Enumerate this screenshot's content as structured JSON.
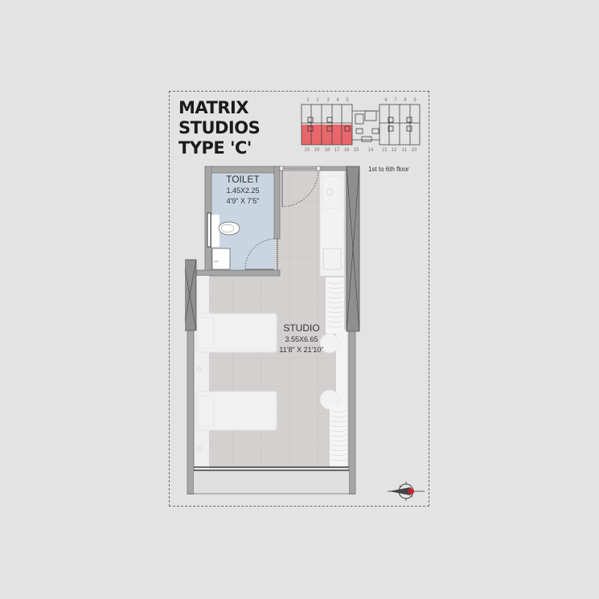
{
  "title": {
    "line1": "MATRIX",
    "line2": "STUDIOS",
    "line3": "TYPE 'C'"
  },
  "key_plan": {
    "top_unit_numbers": [
      "1",
      "2",
      "3",
      "4",
      "5",
      "6",
      "7",
      "8",
      "9"
    ],
    "bottom_unit_numbers": [
      "20",
      "19",
      "18",
      "17",
      "16",
      "15",
      "14",
      "13",
      "12",
      "11",
      "10"
    ],
    "highlighted_units": [
      "20",
      "19",
      "18",
      "17",
      "16"
    ],
    "highlight_color": "#e8595c"
  },
  "floor_note": "1st to 6th floor",
  "rooms": {
    "toilet": {
      "name": "TOILET",
      "metric": "1.45X2.25",
      "imperial": "4'9\" X 7'5\""
    },
    "studio": {
      "name": "STUDIO",
      "metric": "3.55X6.65",
      "imperial": "11'8\" X 21'10\""
    }
  },
  "colors": {
    "background": "#e3e3e3",
    "floor": "#d4d0d0",
    "toilet_floor": "#c9d6e2",
    "wall": "#a6a6a6",
    "column": "#8f8f8f",
    "furniture": "#f1f1f1",
    "compass_accent": "#c8202a"
  },
  "compass": {
    "icon": "compass-north-icon"
  }
}
